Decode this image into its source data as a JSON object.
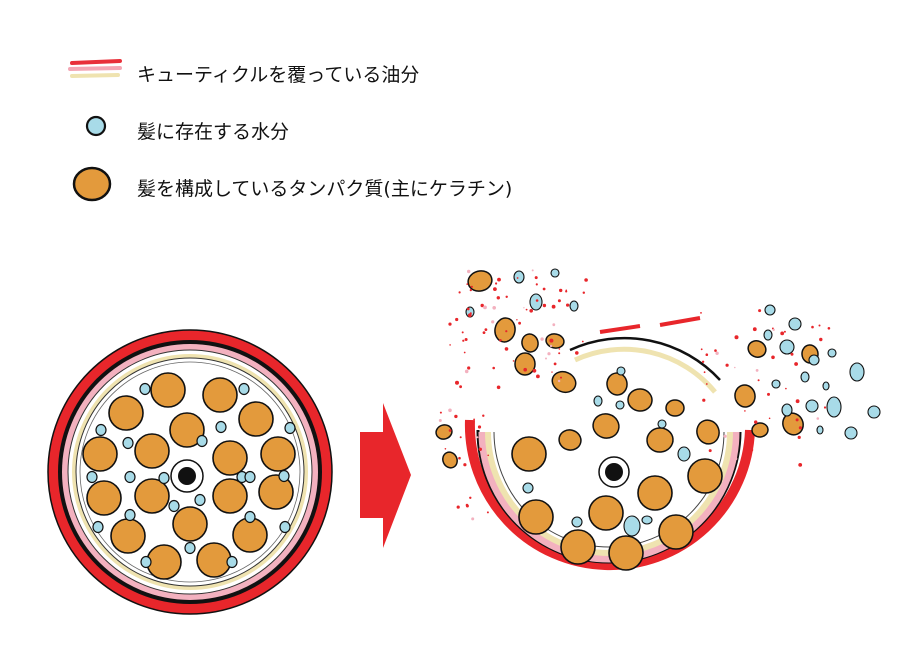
{
  "legend": {
    "items": [
      {
        "label": "キューティクルを覆っている油分",
        "icon": "oil-layer-lines-icon",
        "colors": [
          "#e8303a",
          "#f4a6b4",
          "#efe3b0"
        ]
      },
      {
        "label": "髪に存在する水分",
        "icon": "water-droplet-icon",
        "color": "#a8dbe8"
      },
      {
        "label": "髪を構成しているタンパク質(主にケラチン)",
        "icon": "keratin-protein-icon",
        "color": "#e39a3c"
      }
    ]
  },
  "diagram": {
    "left": {
      "title": "",
      "state": "healthy-hair-cross-section"
    },
    "arrow": {
      "icon": "right-arrow-icon",
      "color": "#e8262b"
    },
    "right": {
      "title": "",
      "state": "damaged-hair-cross-section"
    }
  }
}
